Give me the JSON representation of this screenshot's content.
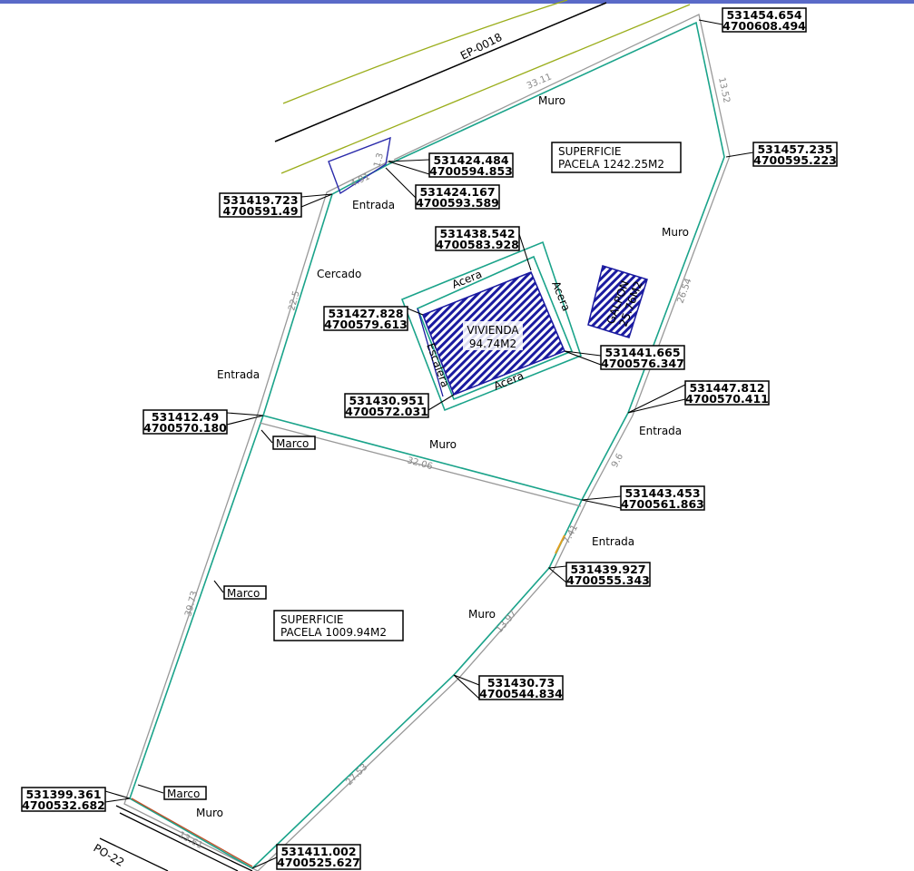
{
  "road_labels": {
    "top": "EP-0018",
    "bottom": "PO-22"
  },
  "callouts": [
    {
      "x": "531454.654",
      "y": "4700608.494"
    },
    {
      "x": "531457.235",
      "y": "4700595.223"
    },
    {
      "x": "531424.484",
      "y": "4700594.853"
    },
    {
      "x": "531424.167",
      "y": "4700593.589"
    },
    {
      "x": "531419.723",
      "y": "4700591.49"
    },
    {
      "x": "531438.542",
      "y": "4700583.928"
    },
    {
      "x": "531427.828",
      "y": "4700579.613"
    },
    {
      "x": "531441.665",
      "y": "4700576.347"
    },
    {
      "x": "531430.951",
      "y": "4700572.031"
    },
    {
      "x": "531412.49",
      "y": "4700570.180"
    },
    {
      "x": "531447.812",
      "y": "4700570.411"
    },
    {
      "x": "531443.453",
      "y": "4700561.863"
    },
    {
      "x": "531439.927",
      "y": "4700555.343"
    },
    {
      "x": "531430.73",
      "y": "4700544.834"
    },
    {
      "x": "531399.361",
      "y": "4700532.682"
    },
    {
      "x": "531411.002",
      "y": "4700525.627"
    }
  ],
  "areas": [
    {
      "title": "SUPERFICIE",
      "value": "PACELA  1242.25M2"
    },
    {
      "title": "SUPERFICIE",
      "value": "PACELA  1009.94M2"
    }
  ],
  "buildings": {
    "vivienda": {
      "name": "VIVIENDA",
      "area": "94.74M2"
    },
    "galpon": {
      "name": "GALPON",
      "area": "25.76M2"
    },
    "acera": "Acera",
    "escalera": "Escalera"
  },
  "labels": {
    "muro": "Muro",
    "entrada": "Entrada",
    "cercado": "Cercado",
    "marco": "Marco"
  },
  "dimensions": [
    "33.11",
    "1.3",
    "4.91",
    "13.52",
    "26.54",
    "22.5",
    "32.06",
    "9.6",
    "7.41",
    "13.97",
    "39.73",
    "27.53",
    "13.61"
  ],
  "colors": {
    "boundary": "#1aa38a",
    "offset": "#999999",
    "building": "#1a1aa0",
    "road_edge": "#9aad1a"
  }
}
